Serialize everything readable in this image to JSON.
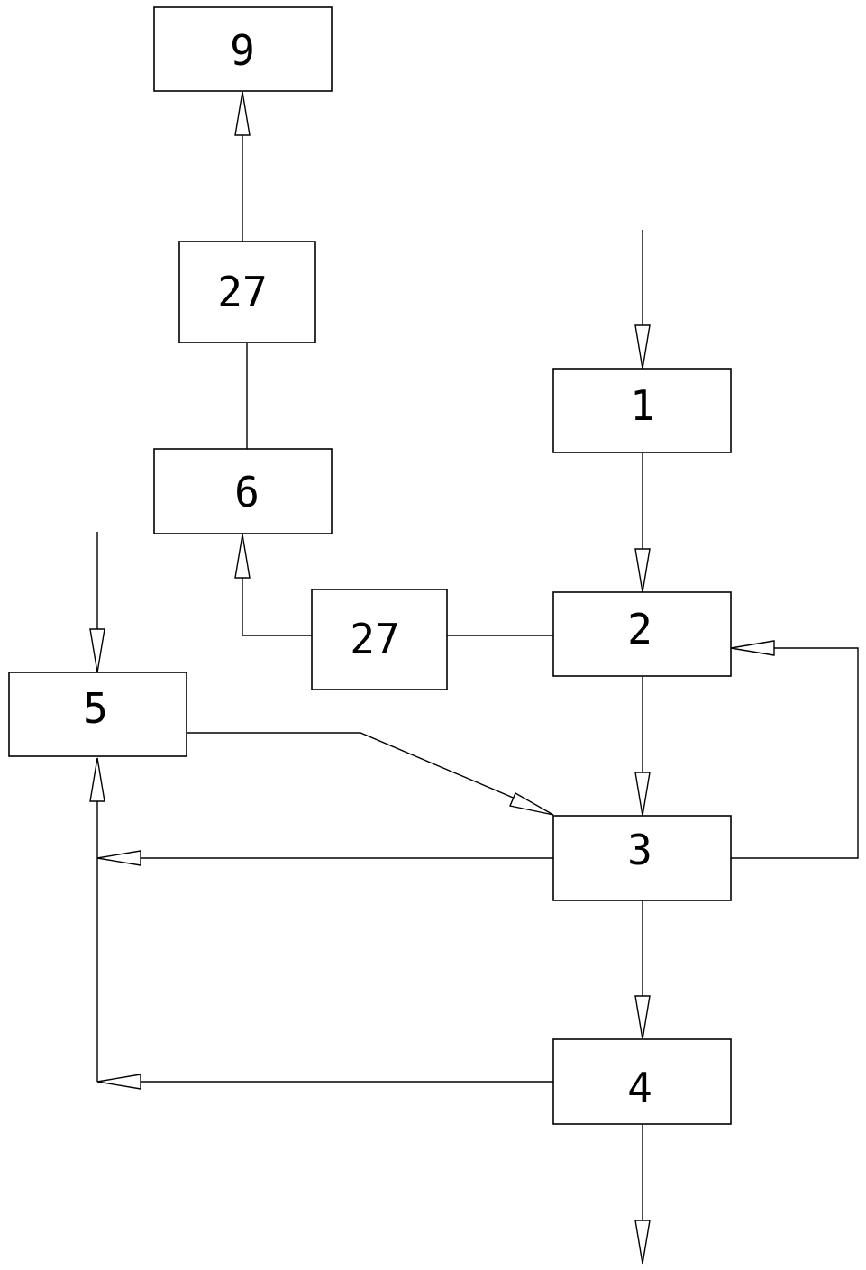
{
  "blocks": {
    "b9": "9",
    "b27_top": "27",
    "b6": "6",
    "b1": "1",
    "b27_mid": "27",
    "b2": "2",
    "b5": "5",
    "b3": "3",
    "b4": "4"
  },
  "colors": {
    "stroke": "#000000",
    "background": "#ffffff"
  }
}
